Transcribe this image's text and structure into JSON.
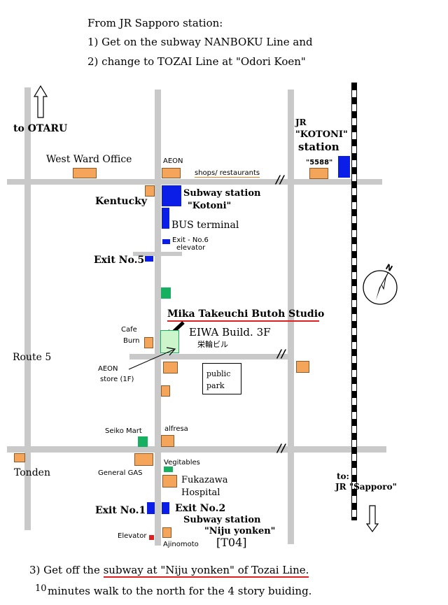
{
  "directions": {
    "line1": "From JR Sapporo station:",
    "line2": "1) Get on the subway NANBOKU Line and",
    "line3": "2) change to TOZAI Line at \"Odori Koen\""
  },
  "labels": {
    "to_otaru": "to OTARU",
    "west_ward_office": "West Ward Office",
    "aeon_top": "AEON",
    "shops_restaurants": "shops/ restaurants",
    "jr": "JR",
    "kotoni_quoted": "\"KOTONI\"",
    "station": "station",
    "shop_5588": "\"5588\"",
    "kentucky": "Kentucky",
    "subway_station_kotoni_1": "Subway station",
    "subway_station_kotoni_2": "\"Kotoni\"",
    "bus_terminal": "BUS terminal",
    "exit6": "Exit - No.6",
    "elevator_small": "elevator",
    "exit5": "Exit No.5",
    "studio_name": "Mika Takeuchi Butoh Studio",
    "cafe": "Cafe",
    "burn": "Burn",
    "eiwa_build": "EIWA Build. 3F",
    "eiwa_jp": "栄輪ビル",
    "route5": "Route 5",
    "aeon_store_1": "AEON",
    "aeon_store_2": "store (1F)",
    "public": "public",
    "park": "park",
    "seiko_mart": "Seiko Mart",
    "alfresa": "alfresa",
    "tonden": "Tonden",
    "general_gas": "General GAS",
    "vegitables": "Vegitables",
    "fukazawa": "Fukazawa",
    "hospital": "Hospital",
    "to": "to:",
    "jr_sapporo": "JR \"Sapporo\"",
    "exit1": "Exit No.1",
    "exit2": "Exit No.2",
    "subway_station_niju_1": "Subway station",
    "subway_station_niju_2": "\"Niju yonken\"",
    "t04": "[T04]",
    "elevator_bottom": "Elevator",
    "ajinomoto": "Ajinomoto",
    "break_mark": "//"
  },
  "footer": {
    "line3_prefix": "3) Get off the ",
    "line3_underlined": "subway at \"Niju yonken\" of Tozai Line.",
    "ten": "10",
    "line4": "minutes walk to the north for the 4 story buiding."
  },
  "colors": {
    "road": "#c9c9c9",
    "shop": "#f5a55a",
    "subway": "#0a1ee8",
    "landmark_green": "#17b060",
    "studio_building": "#ccf5cc",
    "underline_red": "#e02020"
  }
}
